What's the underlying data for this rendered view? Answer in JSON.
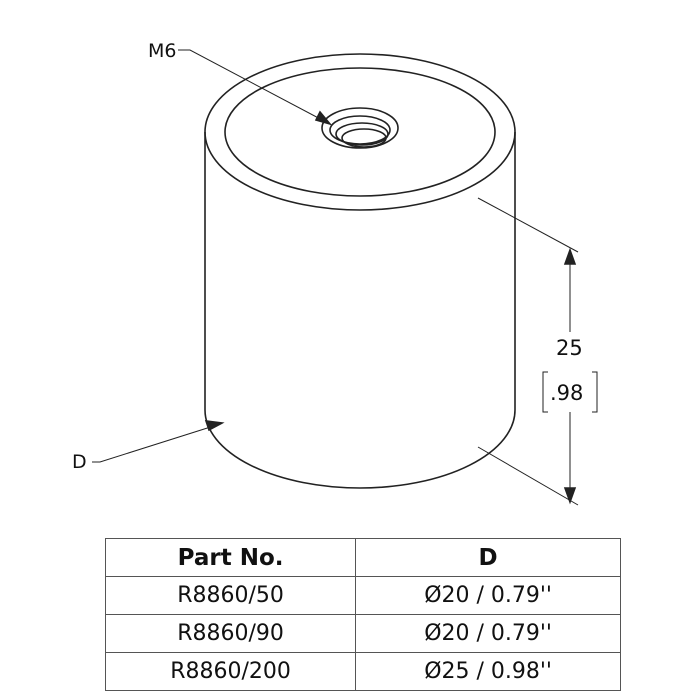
{
  "drawing": {
    "thread_label": "M6",
    "diameter_label": "D",
    "height_mm": "25",
    "height_in": ".98"
  },
  "table": {
    "headers": [
      "Part No.",
      "D"
    ],
    "rows": [
      [
        "R8860/50",
        "Ø20 / 0.79''"
      ],
      [
        "R8860/90",
        "Ø20 / 0.79''"
      ],
      [
        "R8860/200",
        "Ø25 / 0.98''"
      ]
    ]
  }
}
